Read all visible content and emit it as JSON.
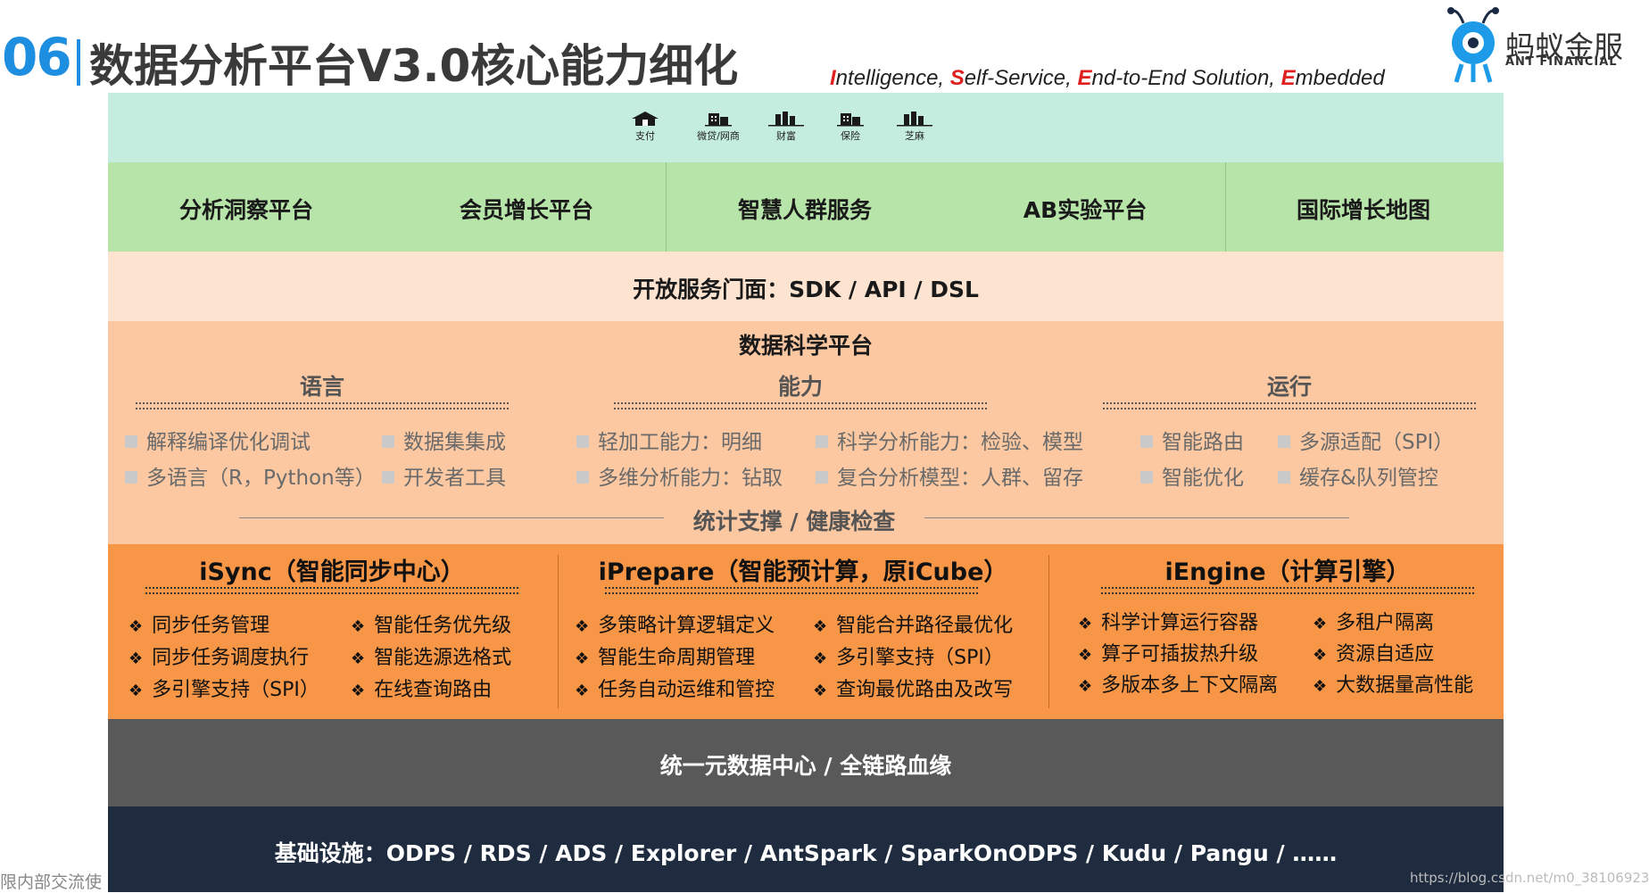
{
  "header": {
    "number": "06",
    "title": "数据分析平台V3.0核心能力细化",
    "tagline": [
      {
        "cap": "I",
        "rest": "ntelligence, "
      },
      {
        "cap": "S",
        "rest": "elf-Service, "
      },
      {
        "cap": "E",
        "rest": "nd-to-End Solution, "
      },
      {
        "cap": "E",
        "rest": "mbedded"
      }
    ],
    "logo_cn": "蚂蚁金服",
    "logo_en": "ANT FINANCIAL"
  },
  "businesses": [
    {
      "label": "支付",
      "icon": "house-icon"
    },
    {
      "label": "微贷/网商",
      "icon": "building-icon"
    },
    {
      "label": "财富",
      "icon": "city-icon"
    },
    {
      "label": "保险",
      "icon": "building-icon"
    },
    {
      "label": "芝麻",
      "icon": "city-icon"
    }
  ],
  "platforms": [
    "分析洞察平台",
    "会员增长平台",
    "智慧人群服务",
    "AB实验平台",
    "国际增长地图"
  ],
  "open_service": "开放服务门面：SDK / API / DSL",
  "science": {
    "title": "数据科学平台",
    "columns": [
      {
        "title": "语言",
        "items": [
          [
            "解释编译优化调试",
            "数据集集成"
          ],
          [
            "多语言（R，Python等）",
            "开发者工具"
          ]
        ]
      },
      {
        "title": "能力",
        "items": [
          [
            "轻加工能力：明细",
            "科学分析能力：检验、模型"
          ],
          [
            "多维分析能力：钻取",
            "复合分析模型：人群、留存"
          ]
        ]
      },
      {
        "title": "运行",
        "items": [
          [
            "智能路由",
            "多源适配（SPI）"
          ],
          [
            "智能优化",
            "缓存&队列管控"
          ]
        ]
      }
    ],
    "footer": "统计支撑 / 健康检查"
  },
  "engines": [
    {
      "title": "iSync（智能同步中心）",
      "items": [
        [
          "同步任务管理",
          "智能任务优先级"
        ],
        [
          "同步任务调度执行",
          "智能选源选格式"
        ],
        [
          "多引擎支持（SPI）",
          "在线查询路由"
        ]
      ]
    },
    {
      "title": "iPrepare（智能预计算，原iCube）",
      "items": [
        [
          "多策略计算逻辑定义",
          "智能合并路径最优化"
        ],
        [
          "智能生命周期管理",
          "多引擎支持（SPI）"
        ],
        [
          "任务自动运维和管控",
          "查询最优路由及改写"
        ]
      ]
    },
    {
      "title": "iEngine（计算引擎）",
      "items": [
        [
          "科学计算运行容器",
          "多租户隔离"
        ],
        [
          "算子可插拔热升级",
          "资源自适应"
        ],
        [
          "多版本多上下文隔离",
          "大数据量高性能"
        ]
      ]
    }
  ],
  "metadata": "统一元数据中心 / 全链路血缘",
  "infrastructure": "基础设施：ODPS / RDS / ADS / Explorer / AntSpark / SparkOnODPS / Kudu / Pangu / ……",
  "footer": {
    "left": "限内部交流使",
    "right": "https://blog.csdn.net/m0_38106923"
  },
  "colors": {
    "accent": "#1e8fe0",
    "tag_red": "#e02020",
    "top_band": "#c4ede0",
    "platform_band": "#b7e4a9",
    "open_band": "#fde4d0",
    "science_band": "#fbc8a2",
    "engine_band": "#f79646",
    "metadata_band": "#595959",
    "infra_band": "#1f2c3f"
  }
}
